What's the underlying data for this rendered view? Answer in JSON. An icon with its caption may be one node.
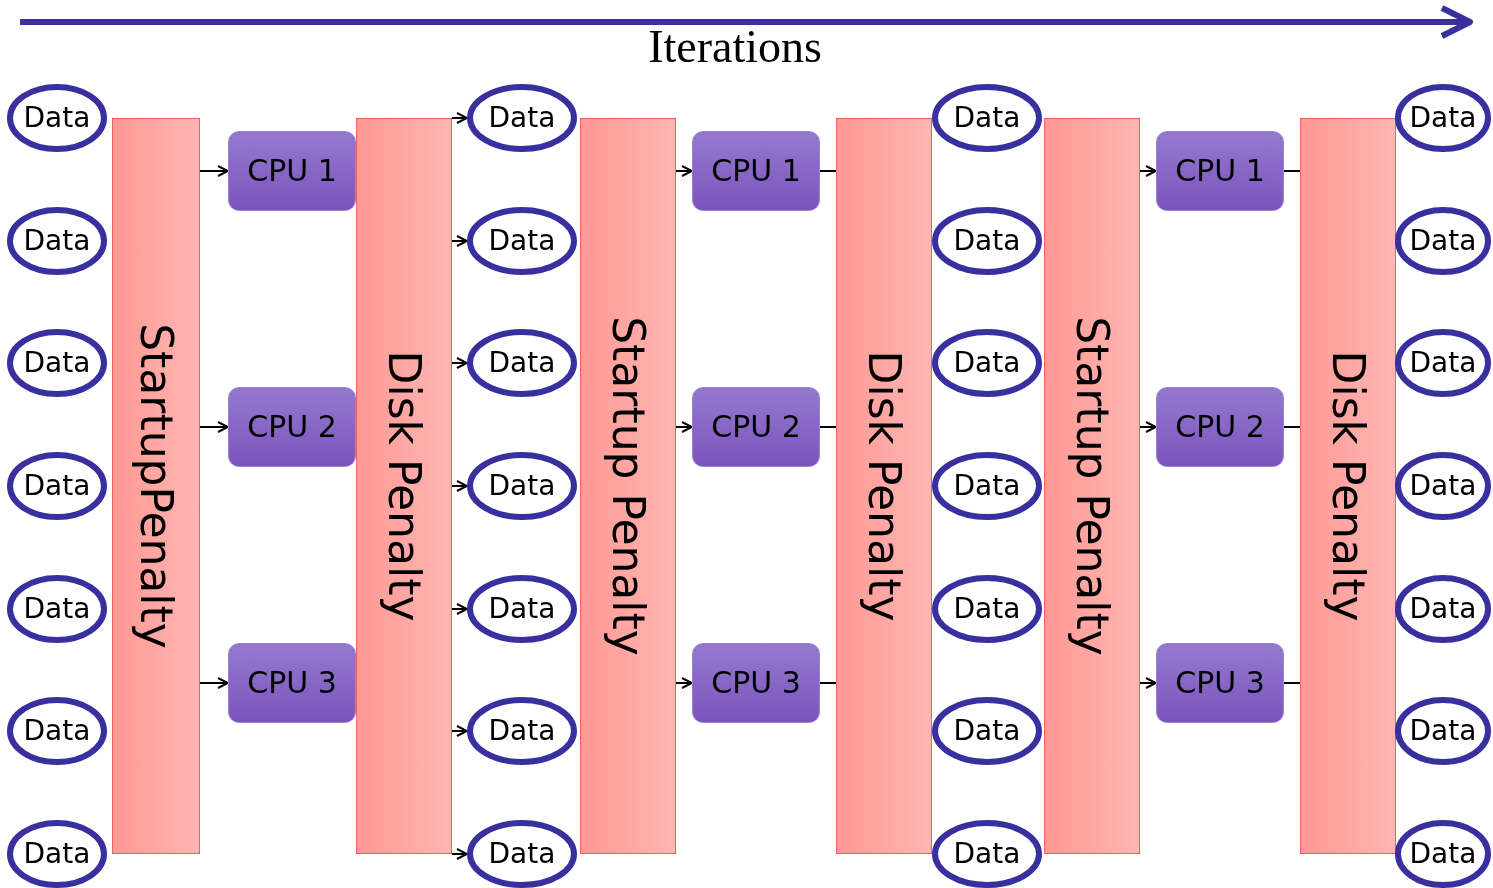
{
  "diagram": {
    "nodes": [
      {
        "text": [
          "Data"
        ]
      },
      {
        "text": [
          "Data"
        ]
      },
      {
        "text": [
          "Data"
        ]
      },
      {
        "text": [
          "Data"
        ]
      },
      {
        "text": [
          "Data"
        ]
      },
      {
        "text": [
          "Data"
        ]
      },
      {
        "text": [
          "Data"
        ]
      },
      {
        "text": [
          "StartupPenalty"
        ]
      },
      {
        "text": [
          "CPU 1"
        ]
      },
      {
        "text": [
          "CPU 2"
        ]
      },
      {
        "text": [
          "CPU 3"
        ]
      },
      {
        "text": [
          "Disk Penalty"
        ]
      },
      {
        "text": [
          "Data"
        ]
      },
      {
        "text": [
          "Data"
        ]
      },
      {
        "text": [
          "Data"
        ]
      },
      {
        "text": [
          "Data"
        ]
      },
      {
        "text": [
          "Data"
        ]
      },
      {
        "text": [
          "Data"
        ]
      },
      {
        "text": [
          "Data"
        ]
      },
      {
        "text": [
          "Startup Penalty"
        ]
      },
      {
        "text": [
          "CPU 1"
        ]
      },
      {
        "text": [
          "CPU 2"
        ]
      },
      {
        "text": [
          "CPU 3"
        ]
      },
      {
        "text": [
          "Disk Penalty"
        ]
      },
      {
        "text": [
          "Data"
        ]
      },
      {
        "text": [
          "Data"
        ]
      },
      {
        "text": [
          "Data"
        ]
      },
      {
        "text": [
          "Data"
        ]
      },
      {
        "text": [
          "Data"
        ]
      },
      {
        "text": [
          "Data"
        ]
      },
      {
        "text": [
          "Data"
        ]
      },
      {
        "text": [
          "Startup Penalty"
        ]
      },
      {
        "text": [
          "CPU 1"
        ]
      },
      {
        "text": [
          "CPU 2"
        ]
      },
      {
        "text": [
          "CPU 3"
        ]
      },
      {
        "text": [
          "Disk Penalty"
        ]
      },
      {
        "text": [
          "Data"
        ]
      },
      {
        "text": [
          "Data"
        ]
      },
      {
        "text": [
          "Data"
        ]
      },
      {
        "text": [
          "Data"
        ]
      },
      {
        "text": [
          "Data"
        ]
      },
      {
        "text": [
          "Data"
        ]
      },
      {
        "text": [
          "Data"
        ]
      }
    ],
    "edges": [
      {
        "from": 7,
        "to": 8,
        "arrow": "to"
      },
      {
        "from": 7,
        "to": 9,
        "arrow": "to"
      },
      {
        "from": 7,
        "to": 10,
        "arrow": "to"
      },
      {
        "from": 11,
        "to": 12,
        "arrow": "to"
      },
      {
        "from": 11,
        "to": 13,
        "arrow": "to"
      },
      {
        "from": 11,
        "to": 14,
        "arrow": "to"
      },
      {
        "from": 11,
        "to": 15,
        "arrow": "to"
      },
      {
        "from": 11,
        "to": 16,
        "arrow": "to"
      },
      {
        "from": 11,
        "to": 17,
        "arrow": "to"
      },
      {
        "from": 11,
        "to": 18,
        "arrow": "to"
      },
      {
        "from": 19,
        "to": 20,
        "arrow": "to"
      },
      {
        "from": 19,
        "to": 21,
        "arrow": "to"
      },
      {
        "from": 19,
        "to": 22,
        "arrow": "to"
      },
      {
        "from": 20,
        "to": 23,
        "arrow": "none"
      },
      {
        "from": 21,
        "to": 23,
        "arrow": "none"
      },
      {
        "from": 22,
        "to": 23,
        "arrow": "none"
      },
      {
        "from": 31,
        "to": 32,
        "arrow": "to"
      },
      {
        "from": 31,
        "to": 33,
        "arrow": "to"
      },
      {
        "from": 31,
        "to": 34,
        "arrow": "to"
      },
      {
        "from": 32,
        "to": 35,
        "arrow": "none"
      },
      {
        "from": 33,
        "to": 35,
        "arrow": "none"
      },
      {
        "from": 34,
        "to": 35,
        "arrow": "none"
      }
    ],
    "labels": [
      "Iterations"
    ]
  }
}
